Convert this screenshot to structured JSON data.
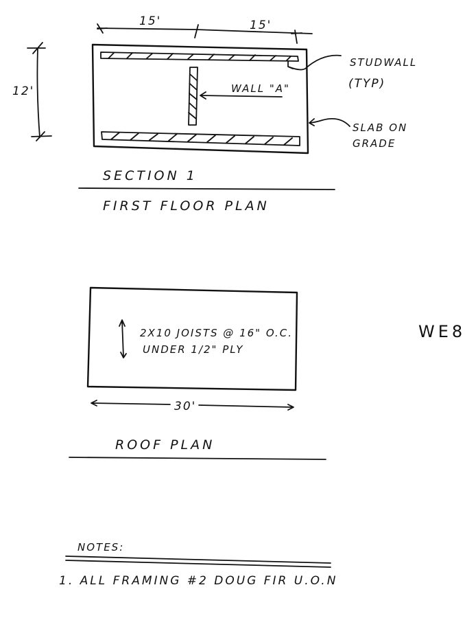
{
  "sheet_id": "WE8",
  "first_floor": {
    "dimensions": {
      "top_left": "15'",
      "top_right": "15'",
      "side": "12'"
    },
    "callouts": {
      "wall_a": "WALL \"A\"",
      "studwall_line1": "STUDWALL",
      "studwall_line2": "(TYP)",
      "slab_line1": "SLAB ON",
      "slab_line2": "GRADE"
    },
    "title_top": "SECTION 1",
    "title_bottom": "FIRST FLOOR PLAN"
  },
  "roof": {
    "note_line1": "2X10 JOISTS @ 16\" O.C.",
    "note_line2": "UNDER 1/2\" PLY",
    "width_dimension": "30'",
    "title": "ROOF PLAN"
  },
  "notes": {
    "heading": "NOTES:",
    "items": [
      "1. ALL FRAMING #2 DOUG FIR U.O.N"
    ]
  },
  "colors": {
    "ink": "#111111",
    "paper": "#ffffff"
  }
}
